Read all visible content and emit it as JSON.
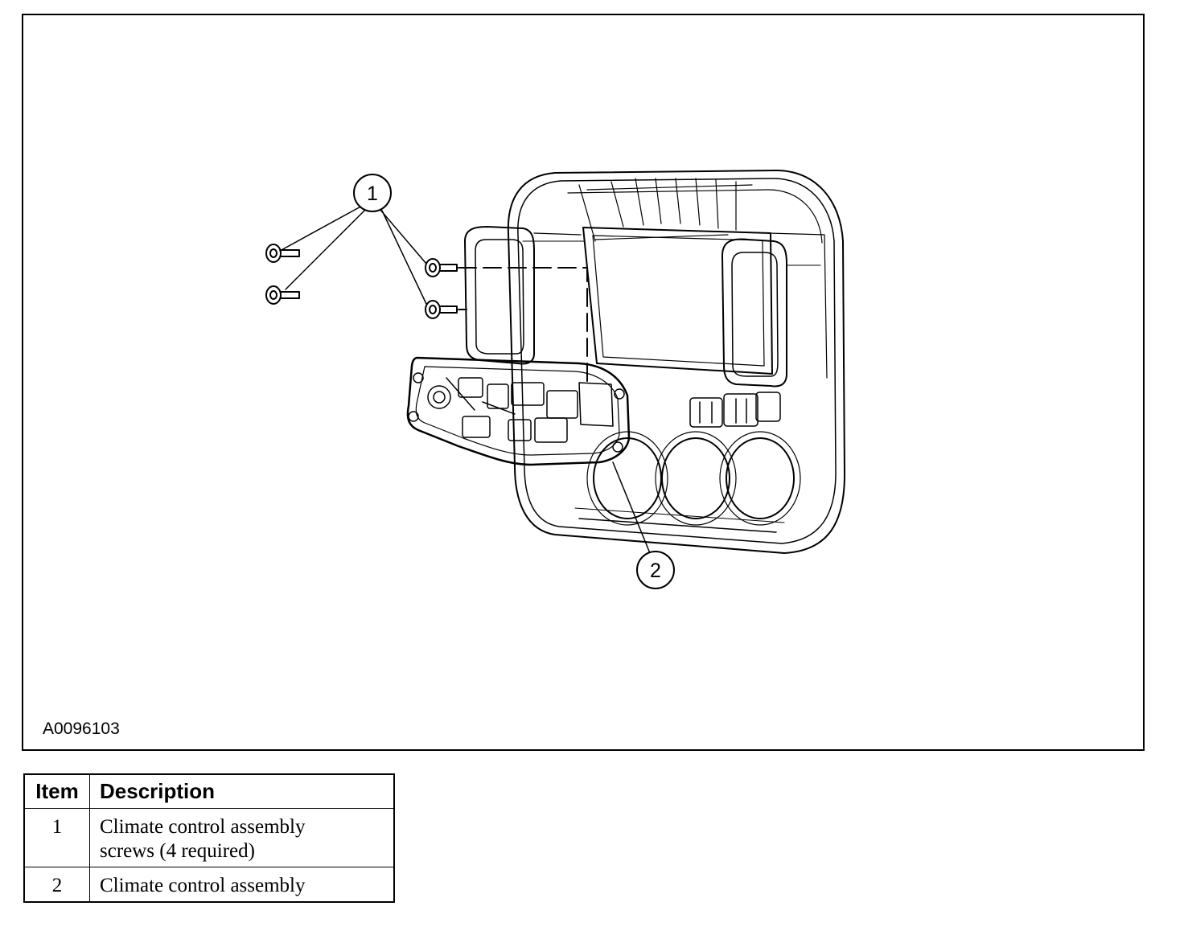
{
  "figure": {
    "id": "A0096103",
    "callouts": [
      {
        "number": "1"
      },
      {
        "number": "2"
      }
    ]
  },
  "legend": {
    "headers": {
      "item": "Item",
      "description": "Description"
    },
    "rows": [
      {
        "item": "1",
        "description": "Climate control assembly\nscrews (4 required)"
      },
      {
        "item": "2",
        "description": "Climate control assembly"
      }
    ]
  }
}
